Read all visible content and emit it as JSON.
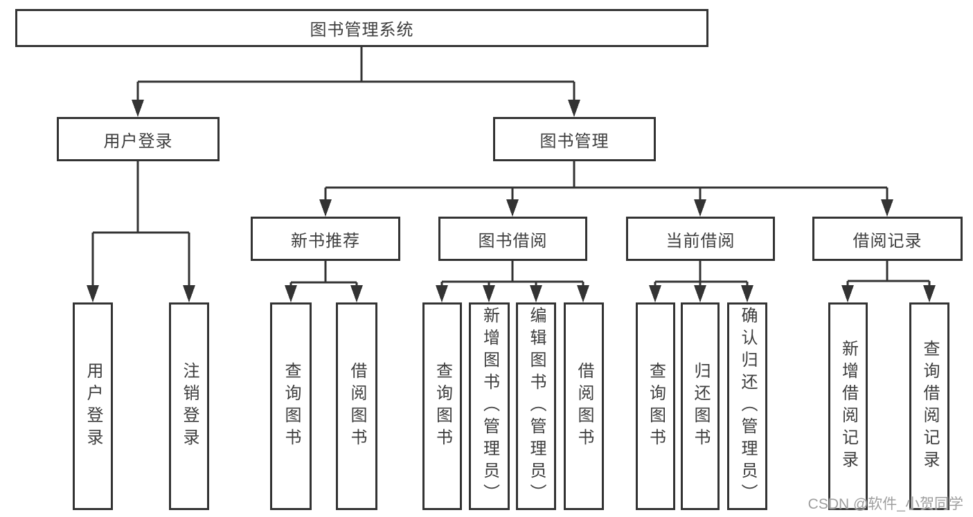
{
  "diagram": {
    "title": "图书管理系统",
    "tree": {
      "root_label": "图书管理系统",
      "branches": [
        {
          "label": "用户登录",
          "leaves": [
            "用户登录",
            "注销登录"
          ]
        },
        {
          "label": "图书管理",
          "groups": [
            {
              "label": "新书推荐",
              "leaves": [
                "查询图书",
                "借阅图书"
              ]
            },
            {
              "label": "图书借阅",
              "leaves": [
                "查询图书",
                "新增图书（管理员）",
                "编辑图书（管理员）",
                "借阅图书"
              ]
            },
            {
              "label": "当前借阅",
              "leaves": [
                "查询图书",
                "归还图书",
                "确认归还（管理员）"
              ]
            },
            {
              "label": "借阅记录",
              "leaves": [
                "新增借阅记录",
                "查询借阅记录"
              ]
            }
          ]
        }
      ]
    },
    "colors": {
      "line": "#333333",
      "text": "#3d3d3d",
      "background": "#ffffff",
      "watermark_text": "#9e9e9e"
    }
  },
  "watermark": "CSDN @软件_小贺同学"
}
